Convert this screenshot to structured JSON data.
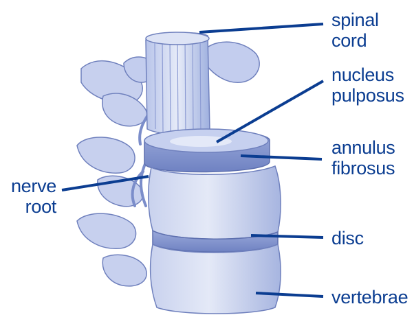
{
  "labels": {
    "spinal_cord": [
      "spinal",
      "cord"
    ],
    "nucleus_pulposus": [
      "nucleus",
      "pulposus"
    ],
    "annulus_fibrosus": [
      "annulus",
      "fibrosus"
    ],
    "nerve_root": [
      "nerve",
      "root"
    ],
    "disc": [
      "disc"
    ],
    "vertebrae": [
      "vertebrae"
    ]
  },
  "colors": {
    "label_text": "#0b3d91",
    "leader_line": "#0b3d91",
    "bone_light": "#dfe5f4",
    "bone_mid": "#b7c3e6",
    "bone_dark": "#7d8fc9",
    "outline": "#5d6fae",
    "background": "#ffffff"
  }
}
